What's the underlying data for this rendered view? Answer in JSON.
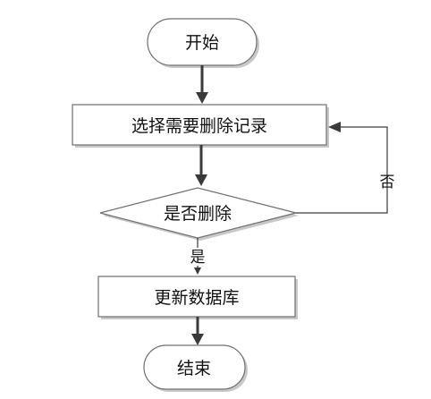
{
  "nodes": {
    "start": "开始",
    "select": "选择需要删除记录",
    "decision": "是否删除",
    "update": "更新数据库",
    "end": "结束"
  },
  "edges": {
    "yes": "是",
    "no": "否"
  }
}
